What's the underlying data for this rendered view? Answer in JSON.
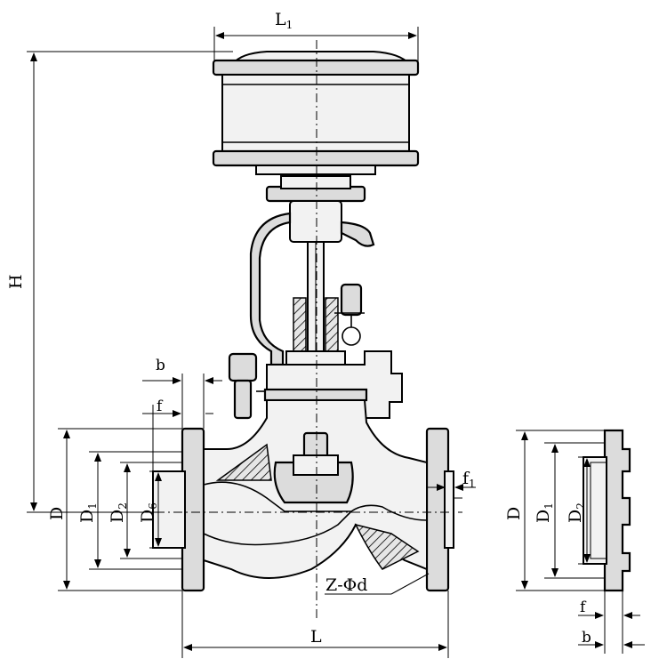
{
  "labels": {
    "L1": {
      "main": "L",
      "sub": "1"
    },
    "H": "H",
    "b_left": "b",
    "f_left": "f",
    "D_left": "D",
    "D1_left": {
      "main": "D",
      "sub": "1"
    },
    "D2_left": {
      "main": "D",
      "sub": "2"
    },
    "D6_left": {
      "main": "D",
      "sub": "6"
    },
    "f1": {
      "main": "f",
      "sub": "1"
    },
    "Z_phi_d": "Z-Φd",
    "L": "L",
    "D_right": "D",
    "D1_right": {
      "main": "D",
      "sub": "1"
    },
    "D2_right": {
      "main": "D",
      "sub": "2"
    },
    "f_right": "f",
    "b_right": "b"
  }
}
